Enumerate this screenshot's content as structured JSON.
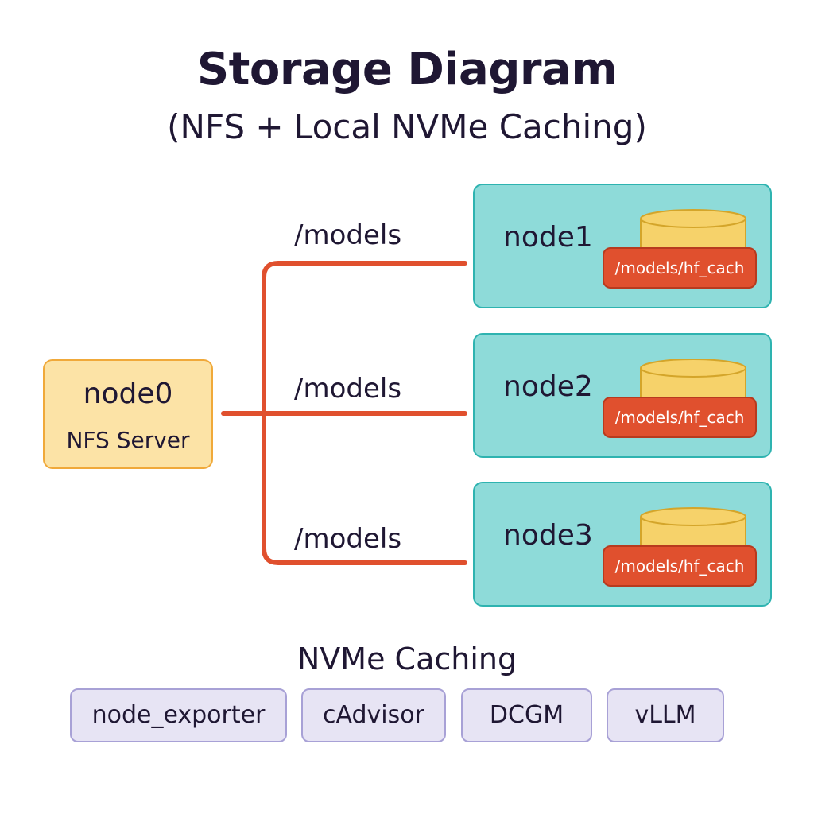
{
  "title": "Storage Diagram",
  "subtitle": "(NFS + Local NVMe Caching)",
  "colors": {
    "wire": "#e0502e",
    "server_fill": "#fce3a6",
    "server_border": "#f0a93a",
    "node_fill": "#8edbd9",
    "node_border": "#2eb3b0",
    "disk_fill": "#f6d26a",
    "disk_border": "#d4a52a",
    "cache_fill": "#e0502e",
    "tag_fill": "#e7e4f4",
    "tag_border": "#a8a1d6"
  },
  "server": {
    "name": "node0",
    "role": "NFS Server"
  },
  "mounts": [
    {
      "label": "/models"
    },
    {
      "label": "/models"
    },
    {
      "label": "/models"
    }
  ],
  "nodes": [
    {
      "name": "node1",
      "cache_path": "/models/hf_cach",
      "icon": "database-icon"
    },
    {
      "name": "node2",
      "cache_path": "/models/hf_cach",
      "icon": "database-icon"
    },
    {
      "name": "node3",
      "cache_path": "/models/hf_cach",
      "icon": "database-icon"
    }
  ],
  "caching_section": {
    "title": "NVMe Caching",
    "tags": [
      "node_exporter",
      "cAdvisor",
      "DCGM",
      "vLLM"
    ]
  }
}
